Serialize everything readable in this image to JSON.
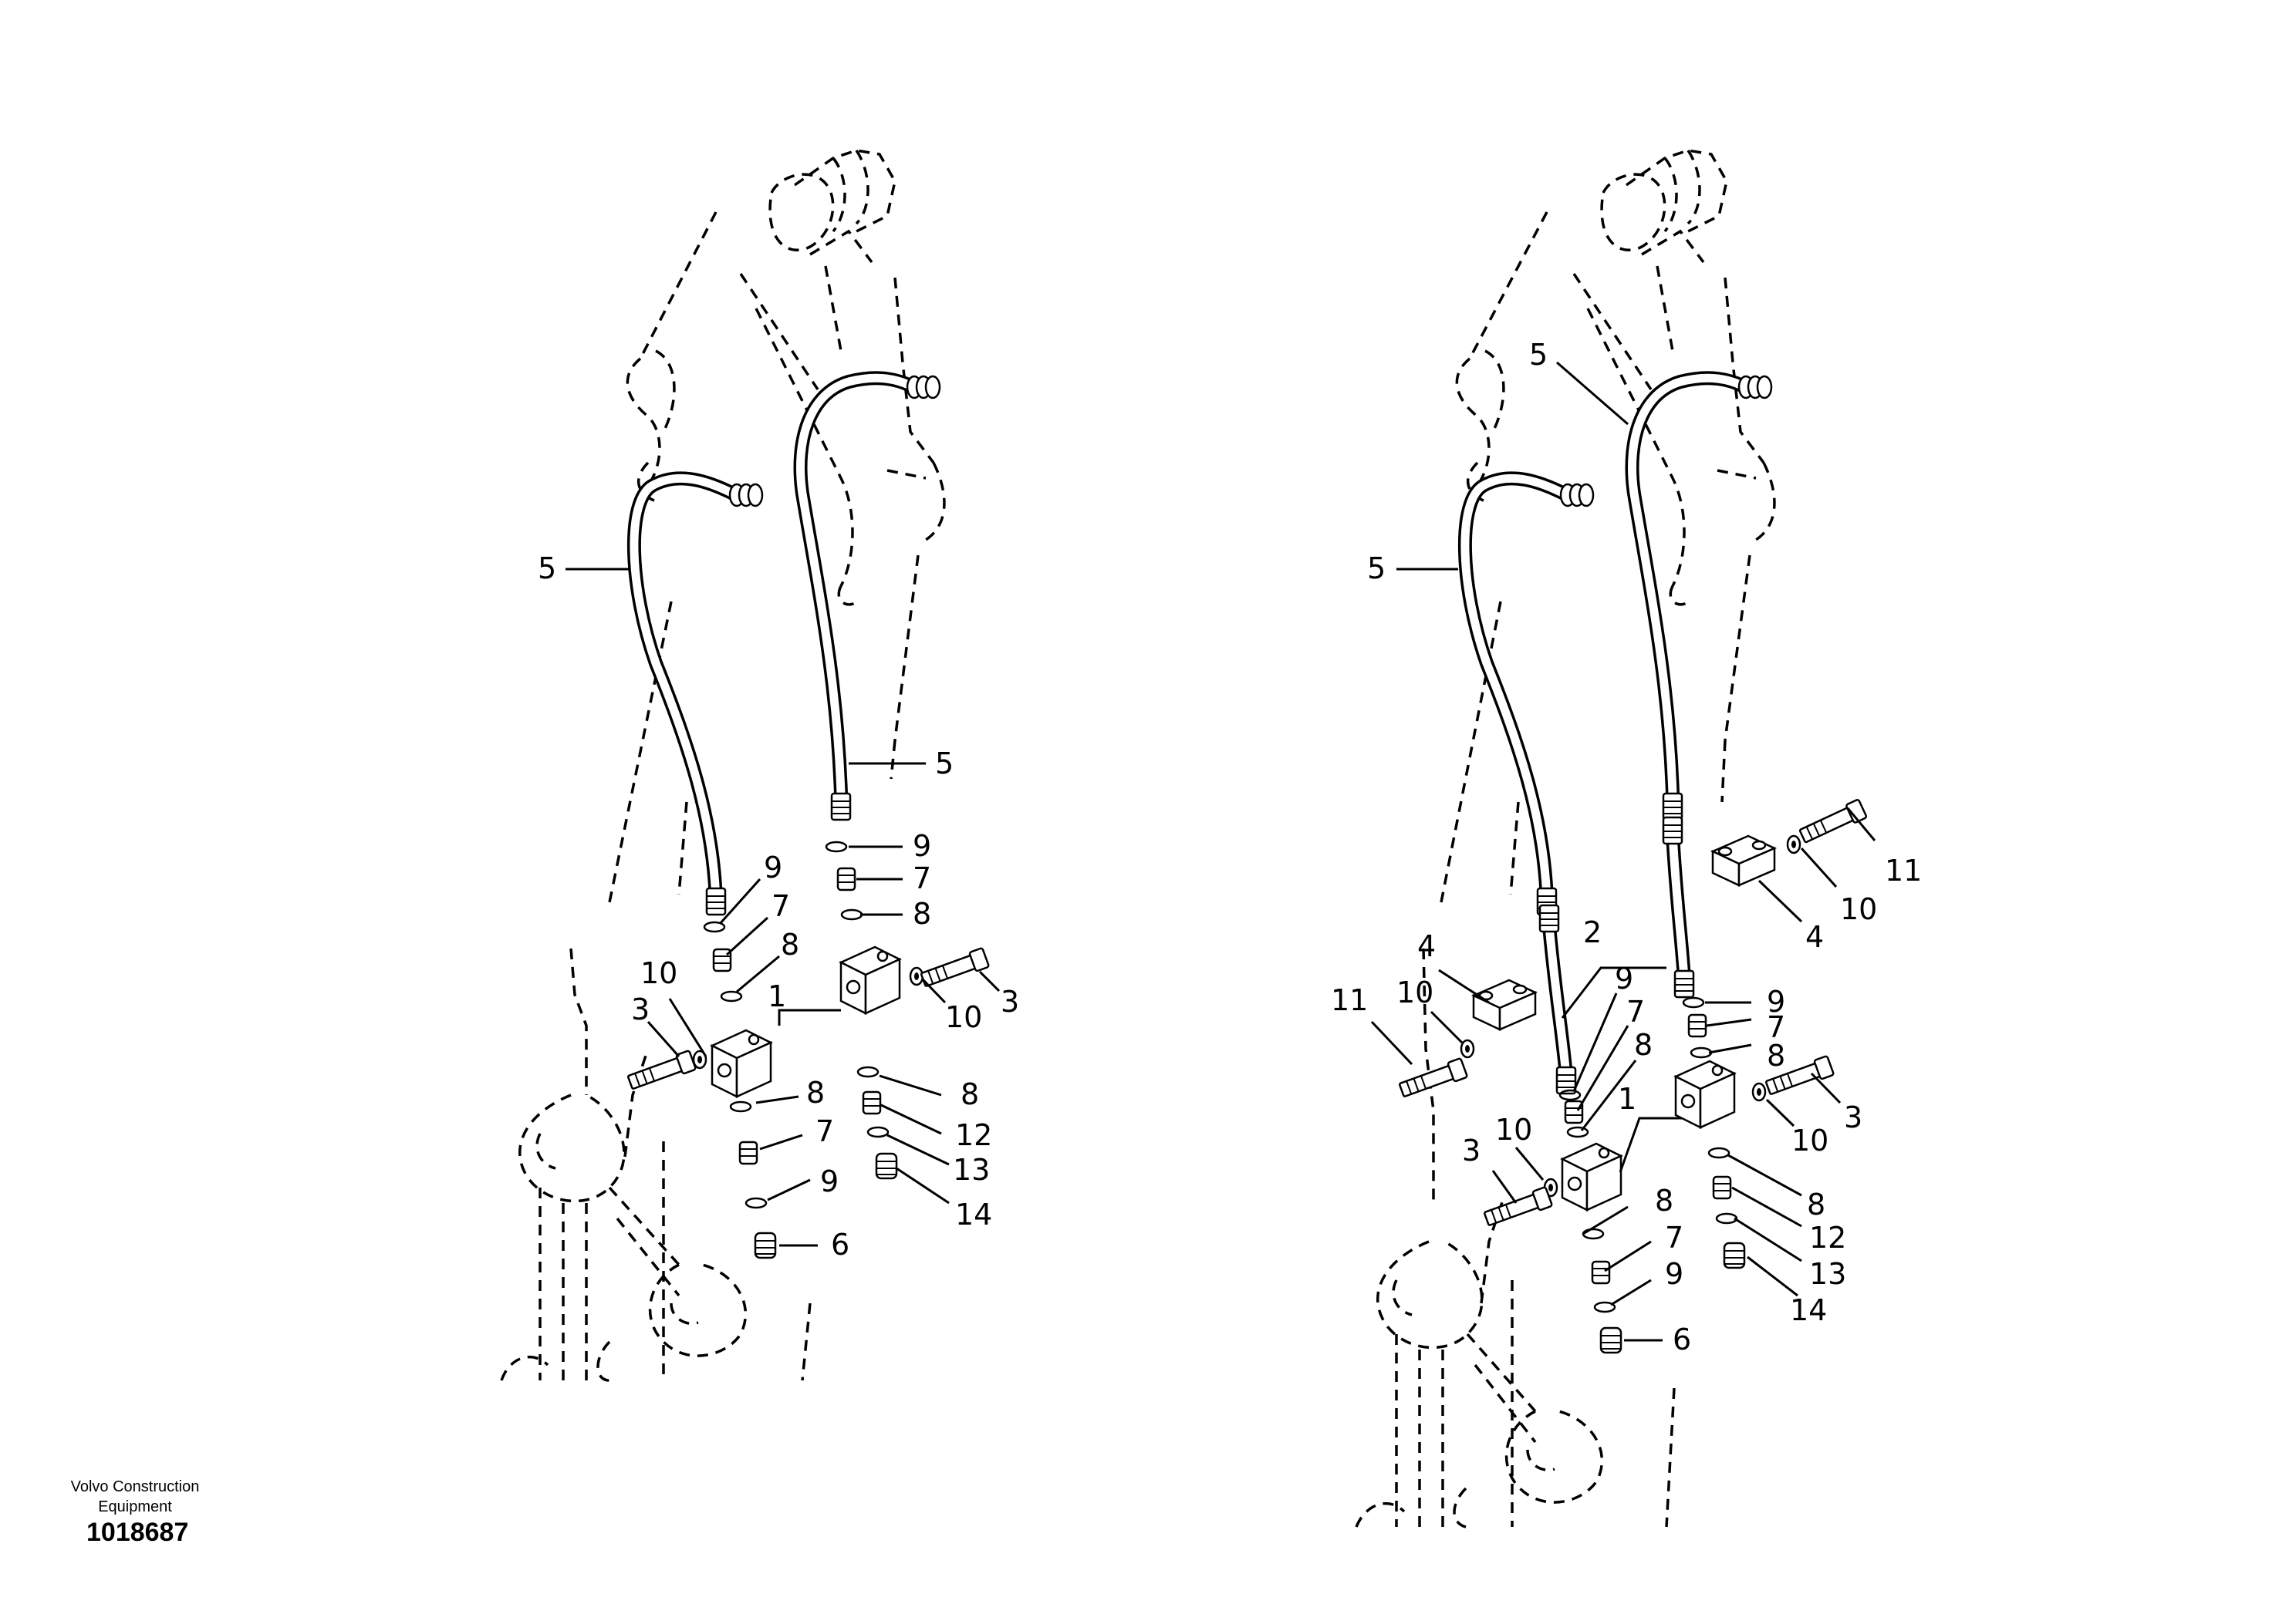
{
  "footer": {
    "maker_line1": "Volvo Construction",
    "maker_line2": "Equipment",
    "drawing_number": "1018687"
  },
  "left_view": {
    "callouts": [
      "5",
      "5",
      "9",
      "7",
      "8",
      "10",
      "3",
      "1",
      "9",
      "7",
      "8",
      "3",
      "10",
      "8",
      "7",
      "9",
      "6",
      "8",
      "12",
      "13",
      "14"
    ]
  },
  "right_view": {
    "callouts": [
      "5",
      "5",
      "2",
      "4",
      "10",
      "11",
      "9",
      "7",
      "8",
      "10",
      "3",
      "1",
      "8",
      "7",
      "9",
      "6",
      "11",
      "10",
      "4",
      "9",
      "7",
      "8",
      "3",
      "10",
      "8",
      "12",
      "13",
      "14"
    ]
  }
}
